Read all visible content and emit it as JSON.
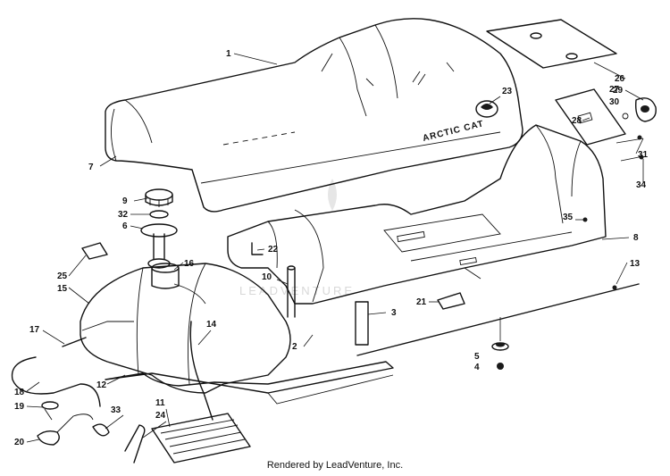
{
  "diagram": {
    "brand_text": "ARCTIC CAT",
    "watermark_text": "LEADVENTURE",
    "footer": "Rendered by LeadVenture, Inc.",
    "callouts": [
      {
        "id": "1",
        "label": "1"
      },
      {
        "id": "2",
        "label": "2"
      },
      {
        "id": "3",
        "label": "3"
      },
      {
        "id": "4",
        "label": "4"
      },
      {
        "id": "5",
        "label": "5"
      },
      {
        "id": "6",
        "label": "6"
      },
      {
        "id": "7",
        "label": "7"
      },
      {
        "id": "8",
        "label": "8"
      },
      {
        "id": "9",
        "label": "9"
      },
      {
        "id": "10",
        "label": "10"
      },
      {
        "id": "11",
        "label": "11"
      },
      {
        "id": "12",
        "label": "12"
      },
      {
        "id": "13",
        "label": "13"
      },
      {
        "id": "14",
        "label": "14"
      },
      {
        "id": "15",
        "label": "15"
      },
      {
        "id": "16",
        "label": "16"
      },
      {
        "id": "17",
        "label": "17"
      },
      {
        "id": "18",
        "label": "18"
      },
      {
        "id": "19",
        "label": "19"
      },
      {
        "id": "20",
        "label": "20"
      },
      {
        "id": "21",
        "label": "21"
      },
      {
        "id": "22",
        "label": "22"
      },
      {
        "id": "23",
        "label": "23"
      },
      {
        "id": "24",
        "label": "24"
      },
      {
        "id": "25",
        "label": "25"
      },
      {
        "id": "26",
        "label": "26"
      },
      {
        "id": "27",
        "label": "27"
      },
      {
        "id": "28",
        "label": "28"
      },
      {
        "id": "29",
        "label": "29"
      },
      {
        "id": "30",
        "label": "30"
      },
      {
        "id": "31",
        "label": "31"
      },
      {
        "id": "32",
        "label": "32"
      },
      {
        "id": "33",
        "label": "33"
      },
      {
        "id": "34",
        "label": "34"
      },
      {
        "id": "35",
        "label": "35"
      }
    ]
  }
}
